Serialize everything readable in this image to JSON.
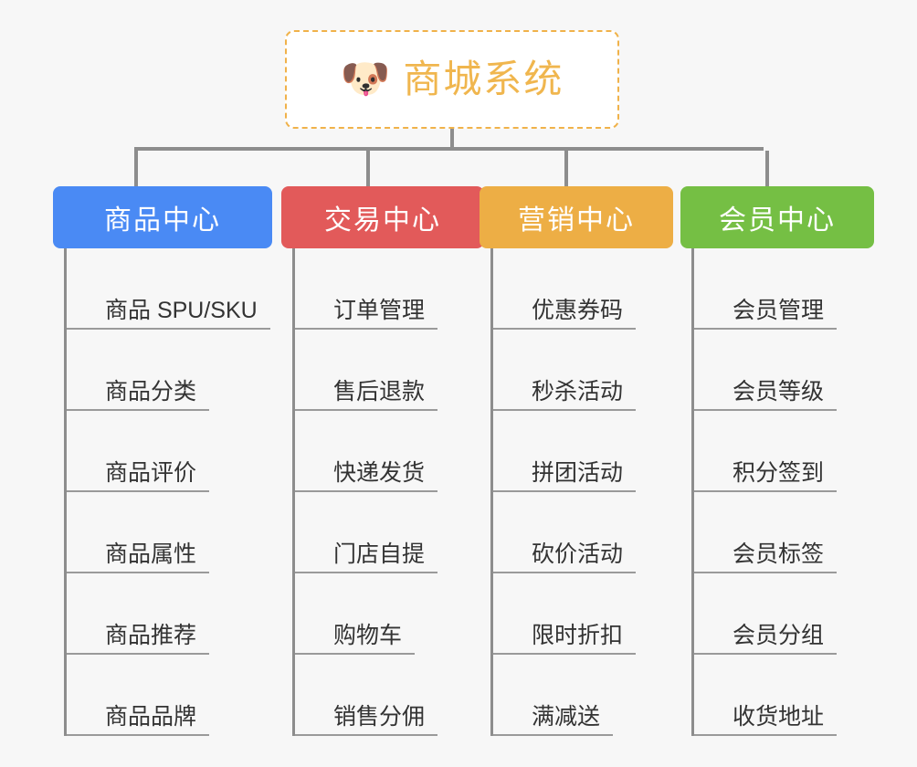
{
  "background_color": "#f7f7f7",
  "root": {
    "icon": "dog-face-icon",
    "emoji": "🐶",
    "title": "商城系统",
    "text_color": "#f0b64e",
    "border_color": "#f0b24a",
    "background": "#ffffff"
  },
  "connector_color": "#8d8d8d",
  "categories": [
    {
      "label": "商品中心",
      "color": "#4a8af4",
      "items": [
        "商品 SPU/SKU",
        "商品分类",
        "商品评价",
        "商品属性",
        "商品推荐",
        "商品品牌"
      ]
    },
    {
      "label": "交易中心",
      "color": "#e25a5a",
      "items": [
        "订单管理",
        "售后退款",
        "快递发货",
        "门店自提",
        "购物车",
        "销售分佣"
      ]
    },
    {
      "label": "营销中心",
      "color": "#edae45",
      "items": [
        "优惠券码",
        "秒杀活动",
        "拼团活动",
        "砍价活动",
        "限时折扣",
        "满减送"
      ]
    },
    {
      "label": "会员中心",
      "color": "#75bf44",
      "items": [
        "会员管理",
        "会员等级",
        "积分签到",
        "会员标签",
        "会员分组",
        "收货地址"
      ]
    }
  ]
}
